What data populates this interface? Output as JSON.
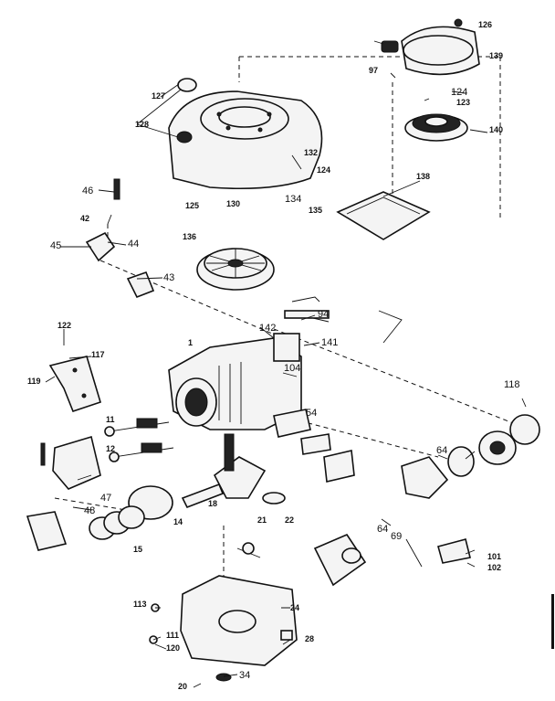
{
  "diagram": {
    "labels": [
      {
        "id": "l127",
        "text": "127"
      },
      {
        "id": "l128",
        "text": "128"
      },
      {
        "id": "l132",
        "text": "132"
      },
      {
        "id": "l124a",
        "text": "124"
      },
      {
        "id": "l134a",
        "text": "134"
      },
      {
        "id": "l130",
        "text": "130"
      },
      {
        "id": "l135",
        "text": "135"
      },
      {
        "id": "l136",
        "text": "136"
      },
      {
        "id": "l126",
        "text": "126"
      },
      {
        "id": "l139",
        "text": "139"
      },
      {
        "id": "l140",
        "text": "140"
      },
      {
        "id": "l124b",
        "text": "124"
      },
      {
        "id": "l123",
        "text": "123"
      },
      {
        "id": "l138",
        "text": "138"
      },
      {
        "id": "l97",
        "text": "97"
      },
      {
        "id": "l125",
        "text": "125"
      },
      {
        "id": "l46",
        "text": "46"
      },
      {
        "id": "l45",
        "text": "45"
      },
      {
        "id": "l44",
        "text": "44"
      },
      {
        "id": "l43",
        "text": "43"
      },
      {
        "id": "l42",
        "text": "42"
      },
      {
        "id": "l122",
        "text": "122"
      },
      {
        "id": "l117",
        "text": "117"
      },
      {
        "id": "l119",
        "text": "119"
      },
      {
        "id": "l142",
        "text": "142"
      },
      {
        "id": "l141",
        "text": "141"
      },
      {
        "id": "l94",
        "text": "94"
      },
      {
        "id": "l104",
        "text": "104"
      },
      {
        "id": "l118",
        "text": "118"
      },
      {
        "id": "l54",
        "text": "54"
      },
      {
        "id": "l64a",
        "text": "64"
      },
      {
        "id": "l64b",
        "text": "64"
      },
      {
        "id": "l69",
        "text": "69"
      },
      {
        "id": "l47",
        "text": "47"
      },
      {
        "id": "l48",
        "text": "48"
      },
      {
        "id": "l34",
        "text": "34"
      },
      {
        "id": "l101",
        "text": "101"
      },
      {
        "id": "l102",
        "text": "102"
      },
      {
        "id": "l113",
        "text": "113"
      },
      {
        "id": "l111",
        "text": "111"
      },
      {
        "id": "l120",
        "text": "120"
      },
      {
        "id": "l20",
        "text": "20"
      },
      {
        "id": "l24",
        "text": "24"
      },
      {
        "id": "l28",
        "text": "28"
      },
      {
        "id": "l18",
        "text": "18"
      },
      {
        "id": "l21",
        "text": "21"
      },
      {
        "id": "l22",
        "text": "22"
      },
      {
        "id": "l1",
        "text": "1"
      },
      {
        "id": "l11",
        "text": "11"
      },
      {
        "id": "l12",
        "text": "12"
      },
      {
        "id": "l14",
        "text": "14"
      },
      {
        "id": "l15",
        "text": "15"
      }
    ]
  }
}
